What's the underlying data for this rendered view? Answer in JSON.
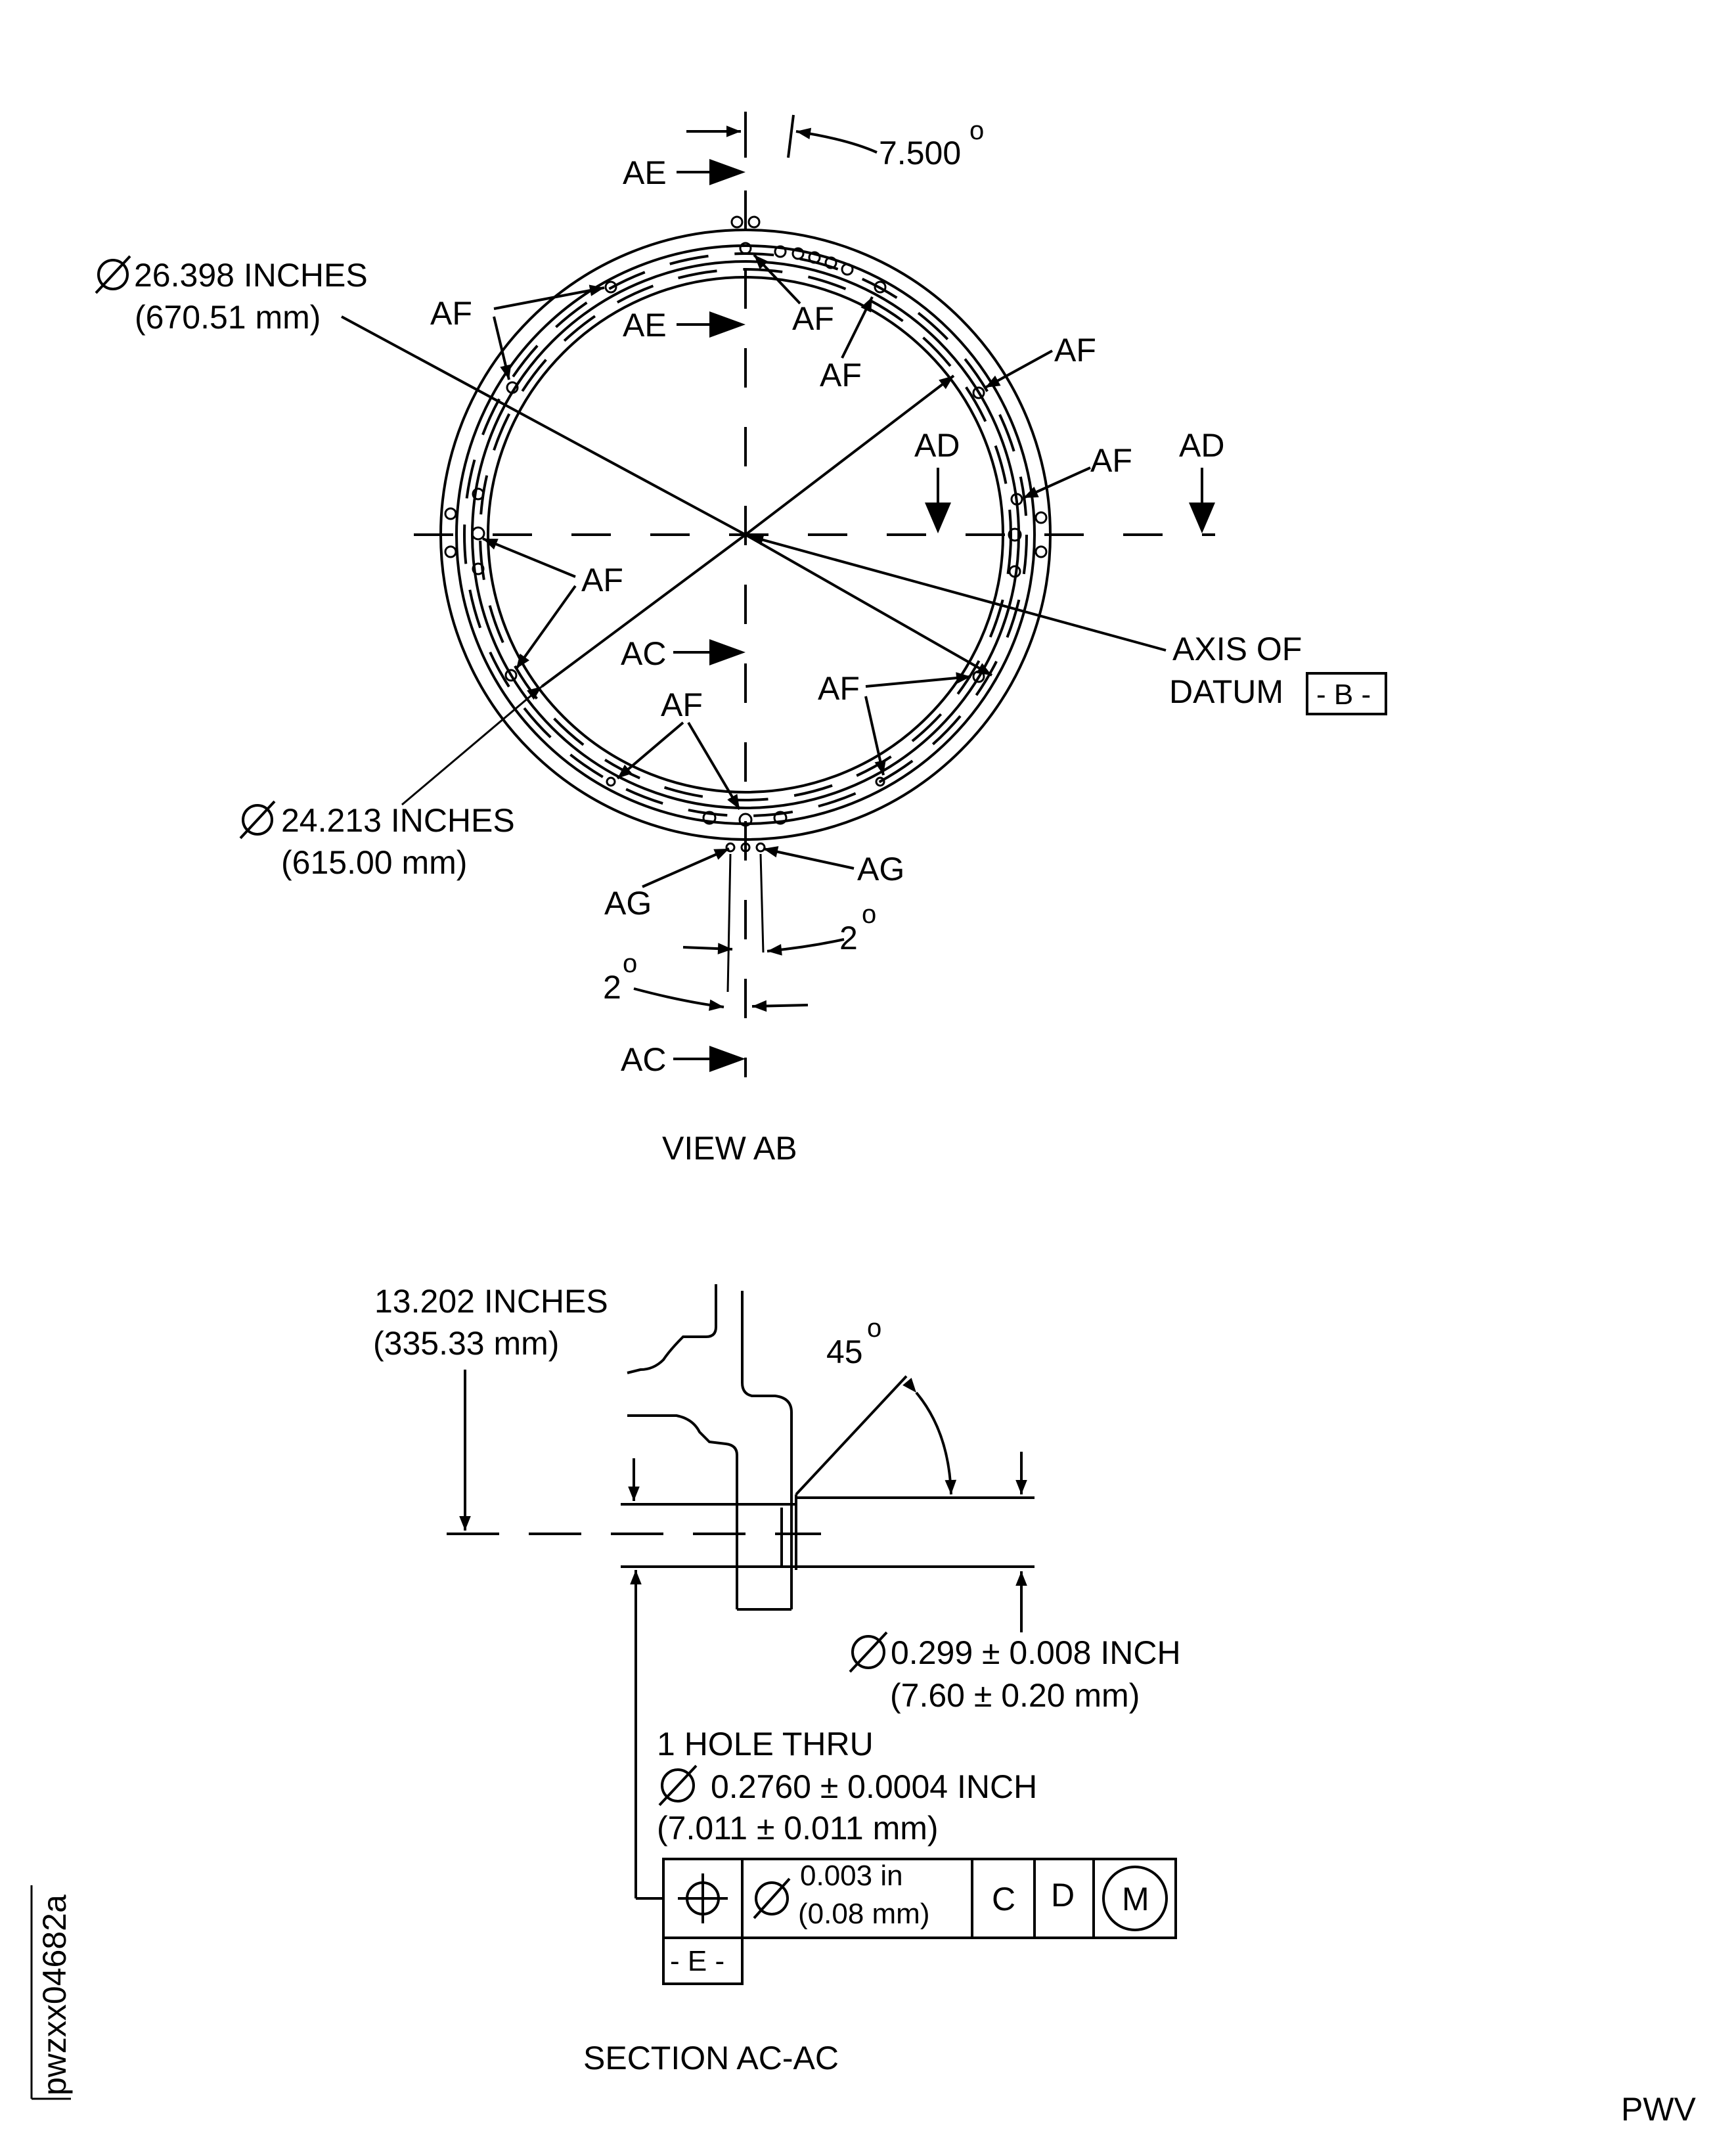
{
  "view_ab": {
    "title": "VIEW AB",
    "angle_top": "7.500",
    "degree_mark": "o",
    "outer_diameter_in": "26.398 INCHES",
    "outer_diameter_mm": "(670.51 mm)",
    "inner_diameter_in": "24.213 INCHES",
    "inner_diameter_mm": "(615.00 mm)",
    "section_ae": "AE",
    "section_ad": "AD",
    "section_ac": "AC",
    "callout_af": "AF",
    "callout_ag": "AG",
    "angle_bottom": "2",
    "datum_axis_line1": "AXIS OF",
    "datum_axis_line2": "DATUM",
    "datum_b": "- B -"
  },
  "section_ac": {
    "title": "SECTION AC-AC",
    "radius_in": "13.202 INCHES",
    "radius_mm": "(335.33 mm)",
    "chamfer_angle": "45",
    "degree_mark": "o",
    "counterbore_in": "0.299 ± 0.008 INCH",
    "counterbore_mm": "(7.60 ± 0.20 mm)",
    "hole_line1": "1 HOLE THRU",
    "hole_in": "0.2760 ± 0.0004 INCH",
    "hole_mm": "(7.011 ± 0.011 mm)",
    "fcf_tol_in": "0.003 in",
    "fcf_tol_mm": "(0.08 mm)",
    "fcf_datum_c": "C",
    "fcf_datum_d": "D",
    "fcf_modifier": "M",
    "datum_e": "- E -"
  },
  "figure_id": "pwzxx04682a",
  "corner_mark": "PWV"
}
